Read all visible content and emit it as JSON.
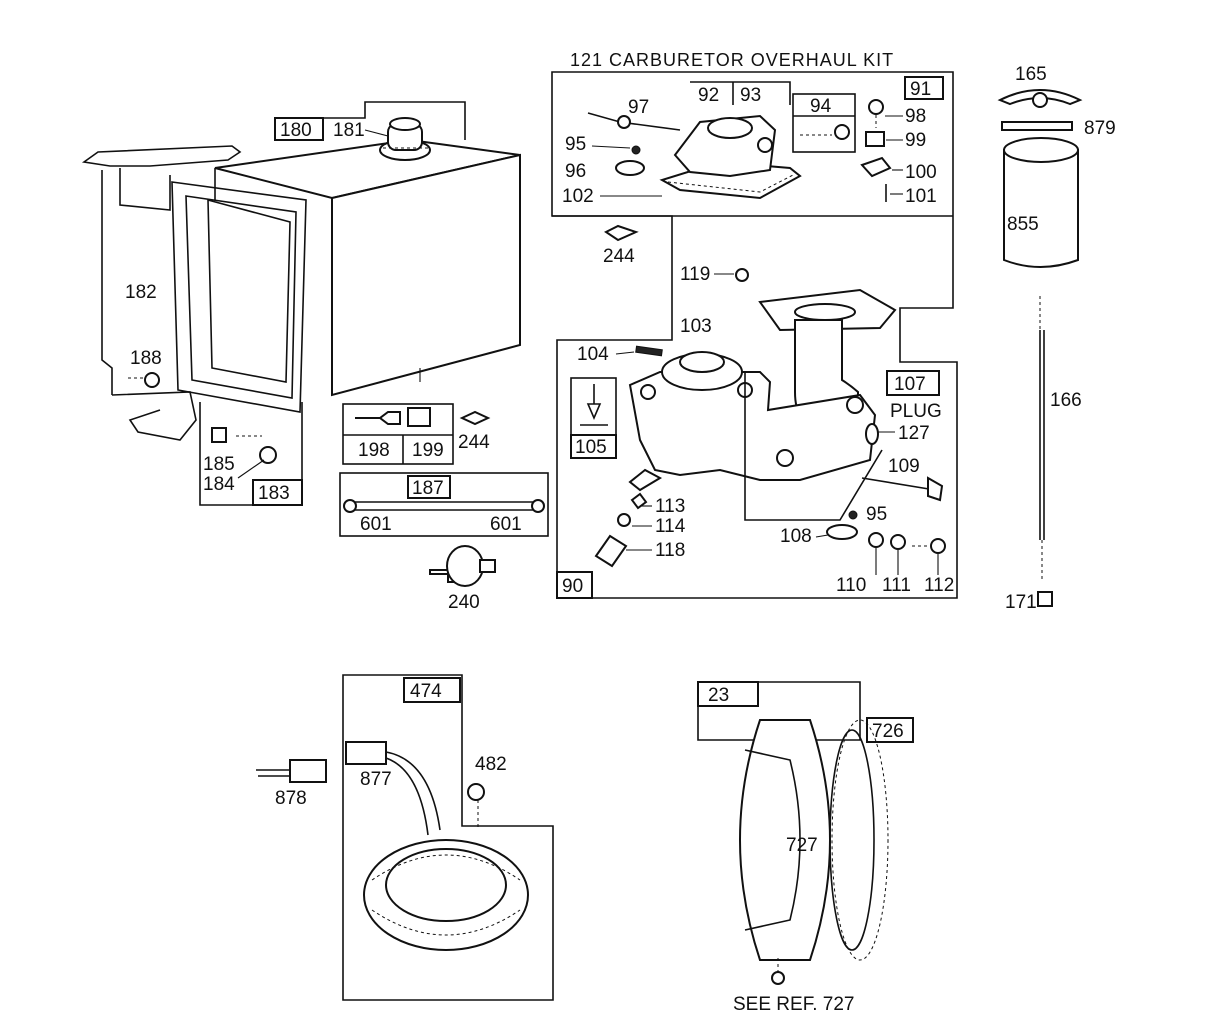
{
  "diagram": {
    "kit_title": "121 CARBURETOR OVERHAUL KIT",
    "plug_label": "PLUG",
    "see_ref_label": "SEE REF. 727",
    "parts": {
      "p23": "23",
      "p90": "90",
      "p91": "91",
      "p92": "92",
      "p93": "93",
      "p94": "94",
      "p95a": "95",
      "p95b": "95",
      "p96": "96",
      "p97": "97",
      "p98": "98",
      "p99": "99",
      "p100": "100",
      "p101": "101",
      "p102": "102",
      "p103": "103",
      "p104": "104",
      "p105": "105",
      "p107": "107",
      "p108": "108",
      "p109": "109",
      "p110": "110",
      "p111": "111",
      "p112": "112",
      "p113": "113",
      "p114": "114",
      "p118": "118",
      "p119": "119",
      "p127": "127",
      "p165": "165",
      "p166": "166",
      "p171": "171",
      "p180": "180",
      "p181": "181",
      "p182": "182",
      "p183": "183",
      "p184": "184",
      "p185": "185",
      "p187": "187",
      "p188": "188",
      "p198": "198",
      "p199": "199",
      "p240": "240",
      "p244a": "244",
      "p244b": "244",
      "p474": "474",
      "p482": "482",
      "p601a": "601",
      "p601b": "601",
      "p726": "726",
      "p727": "727",
      "p855": "855",
      "p877": "877",
      "p878": "878",
      "p879": "879"
    }
  }
}
